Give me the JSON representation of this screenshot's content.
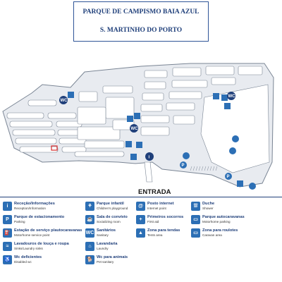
{
  "title": {
    "line1": "PARQUE DE CAMPISMO BAIA AZUL",
    "line2": "S. MARTINHO DO PORTO"
  },
  "map": {
    "entrance_label": "ENTRADA",
    "icon_labels": {
      "wc": "WC",
      "info": "i",
      "parking": "P",
      "reception": "i",
      "first_aid": "+"
    },
    "colors": {
      "road": "#c6ccd6",
      "block": "#ffffff",
      "outline": "#7a8594",
      "icon": "#2c6fb5",
      "dark_icon": "#1f3f7a"
    }
  },
  "legend": [
    {
      "name": "Receção/Informações",
      "sub": "Reception/Information",
      "icon": "info-icon",
      "glyph": "i"
    },
    {
      "name": "Parque de estacionamento",
      "sub": "Parking",
      "icon": "parking-icon",
      "glyph": "P"
    },
    {
      "name": "Estação de serviço p/autocaravanas",
      "sub": "Motorhome service point",
      "icon": "service-point-icon",
      "glyph": "⛽"
    },
    {
      "name": "Lavadouros de louça e roupa",
      "sub": "Sinks/Laundry sinks",
      "icon": "sink-icon",
      "glyph": "≈"
    },
    {
      "name": "Wc deficientes",
      "sub": "Disabled wc",
      "icon": "disabled-wc-icon",
      "glyph": "♿"
    },
    {
      "name": "Parque infantil",
      "sub": "Children's playground",
      "icon": "playground-icon",
      "glyph": "⚘"
    },
    {
      "name": "Sala de convívio",
      "sub": "Socializing room",
      "icon": "social-room-icon",
      "glyph": "☕"
    },
    {
      "name": "Sanitários",
      "sub": "Sanitary",
      "icon": "sanitary-icon",
      "glyph": "WC"
    },
    {
      "name": "Lavandaria",
      "sub": "Laundry",
      "icon": "laundry-icon",
      "glyph": "⌂"
    },
    {
      "name": "Wc para animais",
      "sub": "Pet sanitary",
      "icon": "pet-wc-icon",
      "glyph": "🐕"
    },
    {
      "name": "Posto internet",
      "sub": "Internet point",
      "icon": "internet-icon",
      "glyph": "@"
    },
    {
      "name": "Primeiros socorros",
      "sub": "First aid",
      "icon": "first-aid-icon",
      "glyph": "+"
    },
    {
      "name": "Zona para tendas",
      "sub": "Tents area",
      "icon": "tent-area-icon",
      "glyph": "▲"
    },
    {
      "name": "Duche",
      "sub": "Shower",
      "icon": "shower-icon",
      "glyph": "⛆"
    },
    {
      "name": "Parque autocaravanas",
      "sub": "Motorhome parking",
      "icon": "motorhome-parking-icon",
      "glyph": "▭"
    },
    {
      "name": "Zona para roulotes",
      "sub": "Caravan area",
      "icon": "caravan-area-icon",
      "glyph": "▭"
    }
  ]
}
